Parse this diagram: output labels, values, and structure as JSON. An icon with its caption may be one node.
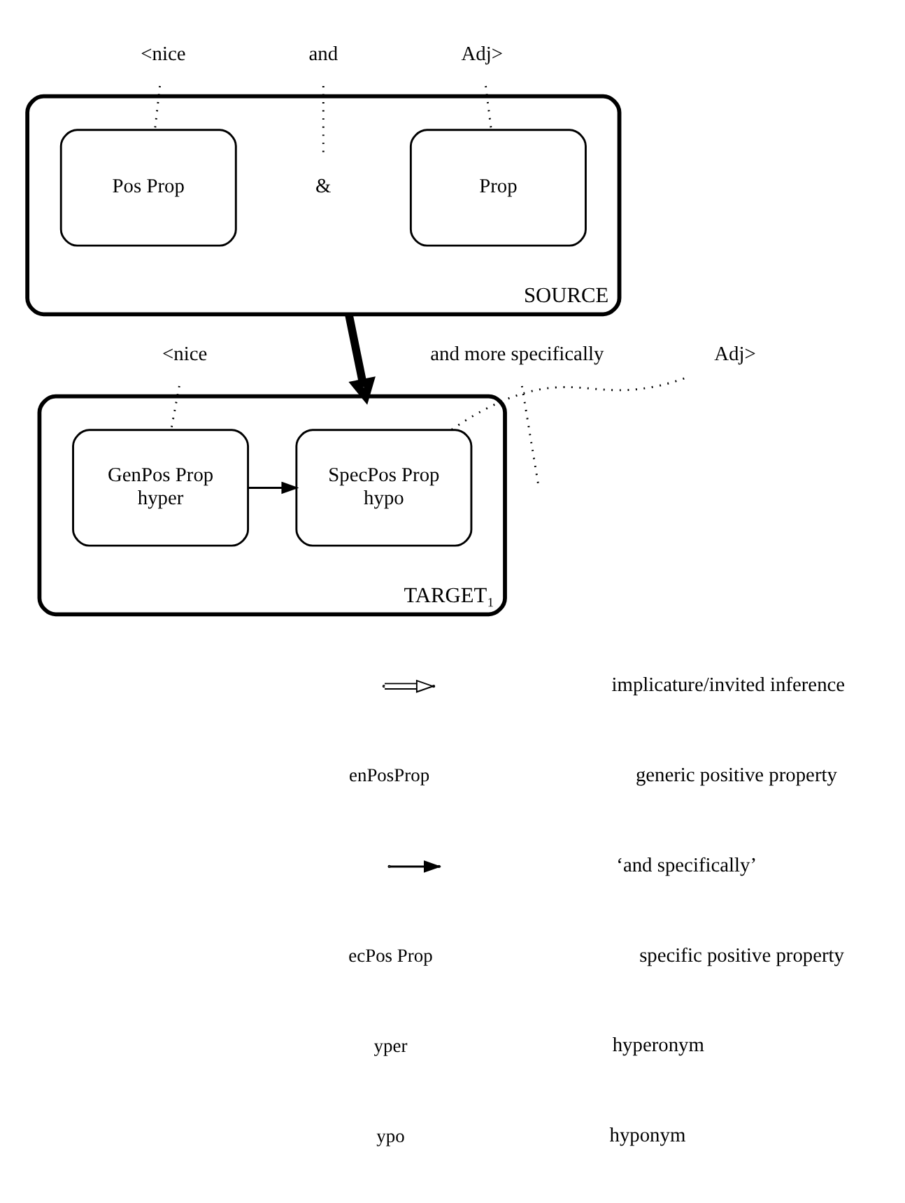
{
  "diagram": {
    "nodes": [
      {
        "text": [
          "<nice"
        ]
      },
      {
        "text": [
          "and"
        ]
      },
      {
        "text": [
          "Adj>"
        ]
      },
      {
        "text": [
          "SOURCE"
        ]
      },
      {
        "text": [
          "Pos Prop"
        ],
        "in": 3
      },
      {
        "text": [
          "&"
        ],
        "in": 3
      },
      {
        "text": [
          "Prop"
        ],
        "in": 3
      },
      {
        "text": [
          "<nice"
        ]
      },
      {
        "text": [
          "and more specifically"
        ]
      },
      {
        "text": [
          "Adj>"
        ]
      },
      {
        "text": [
          "TARGET₁"
        ]
      },
      {
        "text": [
          "GenPos Prop",
          "hyper"
        ],
        "in": 10
      },
      {
        "text": [
          "SpecPos Prop",
          "hypo"
        ],
        "in": 10
      }
    ],
    "edges": [
      {
        "from": 0,
        "to": 4,
        "arrow": "none",
        "style": "dashed"
      },
      {
        "from": 1,
        "to": 5,
        "arrow": "none",
        "style": "dashed"
      },
      {
        "from": 2,
        "to": 6,
        "arrow": "none",
        "style": "dashed"
      },
      {
        "from": 3,
        "to": 10,
        "arrow": "to",
        "style": "thick"
      },
      {
        "from": 7,
        "to": 11,
        "arrow": "none",
        "style": "dashed"
      },
      {
        "from": 8,
        "to": null,
        "arrow": "none",
        "style": "dashed"
      },
      {
        "from": 9,
        "to": 12,
        "arrow": "none",
        "style": "dashed"
      },
      {
        "from": 11,
        "to": 12,
        "arrow": "to"
      }
    ],
    "labels": [
      "enPosProp",
      "ecPos Prop",
      "yper",
      "ypo"
    ],
    "legend": [
      {
        "text": "implicature/invited inference"
      },
      {
        "text": "generic positive property"
      },
      {
        "text": "‘and specifically’"
      },
      {
        "text": "specific positive property"
      },
      {
        "text": "hyperonym"
      },
      {
        "text": "hyponym"
      }
    ]
  }
}
